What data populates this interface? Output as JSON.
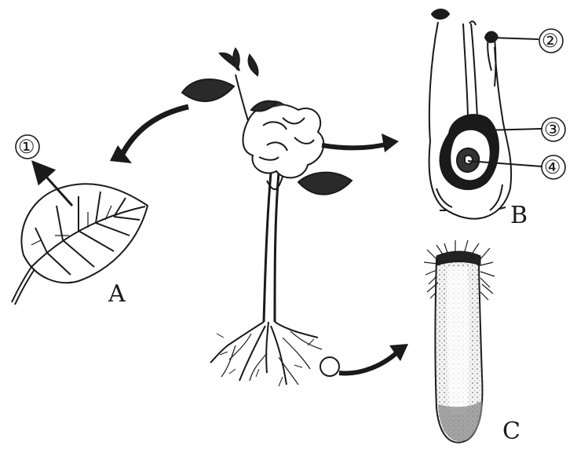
{
  "labels": {
    "A": "A",
    "B": "B",
    "C": "C",
    "n1": "①",
    "n2": "②",
    "n3": "③",
    "n4": "④"
  },
  "colors": {
    "ink": "#1a1a1a",
    "background": "#ffffff"
  },
  "icons": [
    "leaf-icon",
    "plant-icon",
    "ovary-section-icon",
    "root-tip-icon",
    "curved-arrow-icon"
  ]
}
